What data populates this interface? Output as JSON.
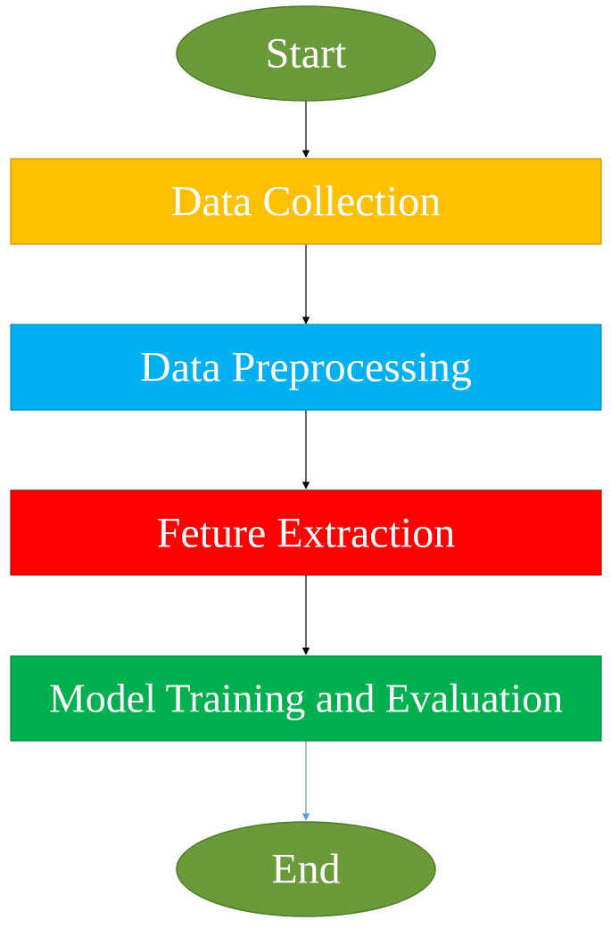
{
  "diagram": {
    "nodes": [
      {
        "id": "start",
        "shape": "ellipse",
        "label": "Start",
        "fill": "#6a9a3a",
        "stroke": "#4f7a2a"
      },
      {
        "id": "data-collection",
        "shape": "rect",
        "label": "Data Collection",
        "fill": "#ffc000",
        "stroke": "#c99700"
      },
      {
        "id": "data-preprocessing",
        "shape": "rect",
        "label": "Data Preprocessing",
        "fill": "#00b0f0",
        "stroke": "#0090c4"
      },
      {
        "id": "feature-extraction",
        "shape": "rect",
        "label": "Feture Extraction",
        "fill": "#ff0000",
        "stroke": "#c00000"
      },
      {
        "id": "model-training",
        "shape": "rect",
        "label": "Model Training and Evaluation",
        "fill": "#00b050",
        "stroke": "#008a3e"
      },
      {
        "id": "end",
        "shape": "ellipse",
        "label": "End",
        "fill": "#6a9a3a",
        "stroke": "#4f7a2a"
      }
    ],
    "edges": [
      {
        "from": "start",
        "to": "data-collection",
        "color": "#000000"
      },
      {
        "from": "data-collection",
        "to": "data-preprocessing",
        "color": "#000000"
      },
      {
        "from": "data-preprocessing",
        "to": "feature-extraction",
        "color": "#000000"
      },
      {
        "from": "feature-extraction",
        "to": "model-training",
        "color": "#000000"
      },
      {
        "from": "model-training",
        "to": "end",
        "color": "#5b9bd5"
      }
    ]
  }
}
